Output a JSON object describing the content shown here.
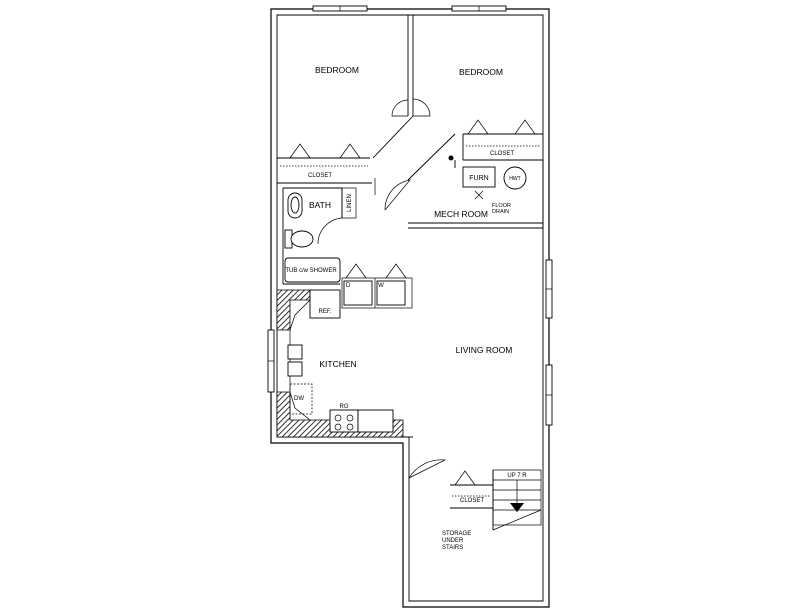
{
  "rooms": {
    "bedroom_1": "BEDROOM",
    "bedroom_2": "BEDROOM",
    "bath": "BATH",
    "mech_room": "MECH ROOM",
    "kitchen": "KITCHEN",
    "living_room": "LIVING ROOM"
  },
  "labels": {
    "closet_1": "CLOSET",
    "closet_2": "CLOSET",
    "closet_3": "CLOSET",
    "linen": "LINEN",
    "tub": "TUB c/w SHOWER",
    "furnace": "FURN",
    "hot_water_tank": "HWT",
    "floor_drain_1": "FLOOR",
    "floor_drain_2": "DRAIN",
    "dryer": "D",
    "washer": "W",
    "refrigerator": "REF.",
    "dishwasher": "DW",
    "range": "RG",
    "stairs": "UP 7 R",
    "storage_1": "STORAGE",
    "storage_2": "UNDER",
    "storage_3": "STAIRS"
  }
}
